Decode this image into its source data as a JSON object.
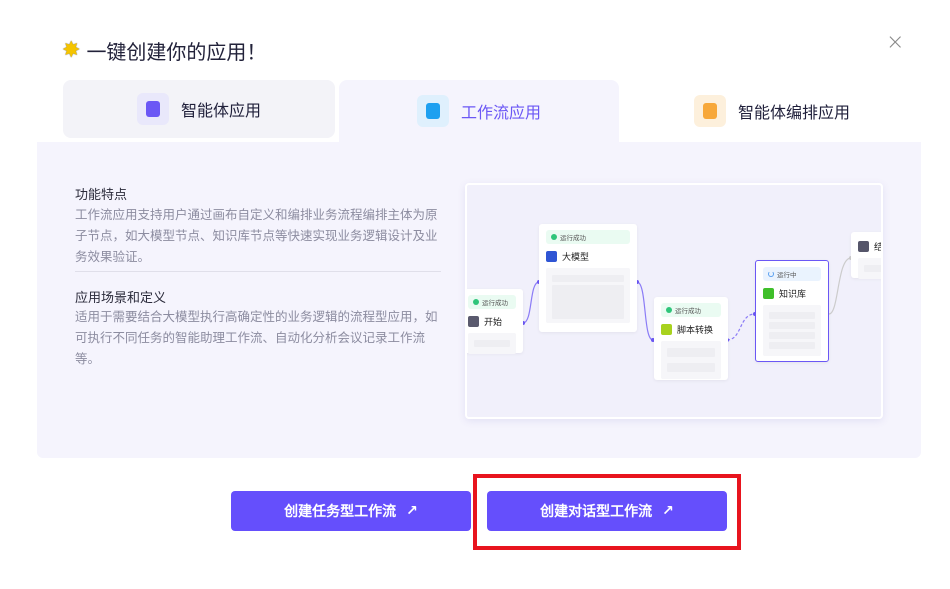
{
  "dialog": {
    "title": "一键创建你的应用！",
    "title_icon": "sparkle-star-icon",
    "close_icon": "close-icon"
  },
  "tabs": [
    {
      "label": "智能体应用",
      "icon": "agent-app-icon",
      "icon_color": "#6b57f5",
      "selected": false
    },
    {
      "label": "工作流应用",
      "icon": "workflow-app-icon",
      "icon_color": "#1ea0f0",
      "selected": true
    },
    {
      "label": "智能体编排应用",
      "icon": "agent-orchestration-icon",
      "icon_color": "#f7a83a",
      "selected": false
    }
  ],
  "features": {
    "heading": "功能特点",
    "text": "工作流应用支持用户通过画布自定义和编排业务流程编排主体为原子节点，如大模型节点、知识库节点等快速实现业务逻辑设计及业务效果验证。"
  },
  "scenarios": {
    "heading": "应用场景和定义",
    "text": "适用于需要结合大模型执行高确定性的业务逻辑的流程型应用，如可执行不同任务的智能助理工作流、自动化分析会议记录工作流等。"
  },
  "preview": {
    "nodes": [
      {
        "name": "开始",
        "status": "运行成功"
      },
      {
        "name": "大模型",
        "status": "运行成功"
      },
      {
        "name": "脚本转换",
        "status": "运行成功"
      },
      {
        "name": "知识库",
        "status": "运行中"
      },
      {
        "name": "结"
      }
    ]
  },
  "buttons": {
    "task_workflow": "创建任务型工作流",
    "chat_workflow": "创建对话型工作流",
    "arrow": "↗"
  },
  "colors": {
    "accent": "#654ffc",
    "highlight": "#e8141e"
  }
}
